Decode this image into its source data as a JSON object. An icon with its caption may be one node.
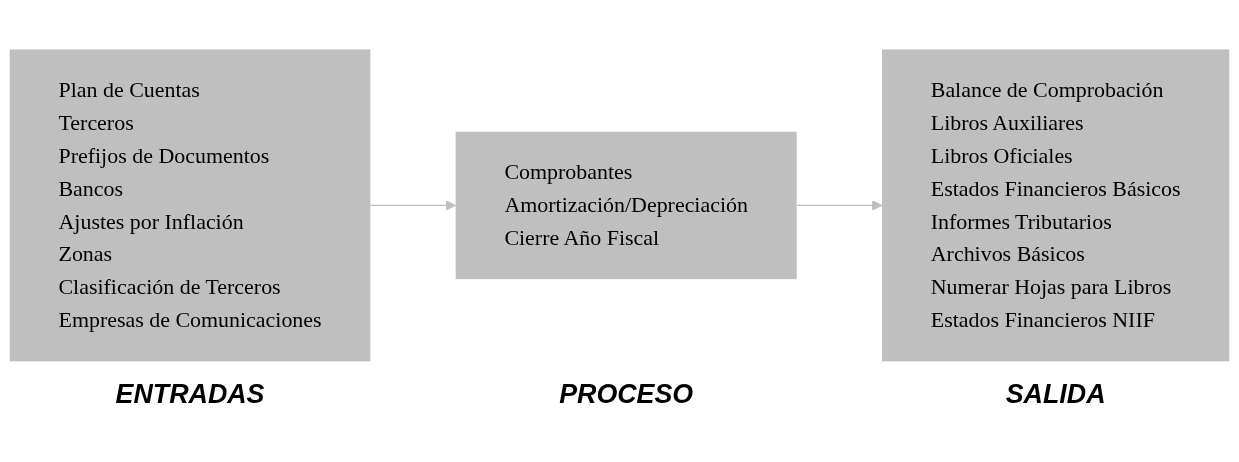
{
  "diagram": {
    "nodes": [
      {
        "text": [
          "Plan de Cuentas",
          "Terceros",
          "Prefijos de Documentos",
          "Bancos",
          "Ajustes por Inflación",
          "Zonas",
          "Clasificación de Terceros",
          "Empresas de Comunicaciones"
        ],
        "beside": [
          "ENTRADAS"
        ]
      },
      {
        "text": [
          "Comprobantes",
          "Amortización/Depreciación",
          "Cierre Año Fiscal"
        ],
        "beside": [
          "PROCESO"
        ]
      },
      {
        "text": [
          "Balance de Comprobación",
          "Libros Auxiliares",
          "Libros Oficiales",
          "Estados Financieros Básicos",
          "Informes Tributarios",
          "Archivos Básicos",
          "Numerar Hojas para Libros",
          "Estados Financieros NIIF"
        ],
        "beside": [
          "SALIDA"
        ]
      }
    ],
    "edges": [
      {
        "from": 0,
        "to": 1,
        "arrow": "to"
      },
      {
        "from": 1,
        "to": 2,
        "arrow": "to"
      }
    ]
  }
}
